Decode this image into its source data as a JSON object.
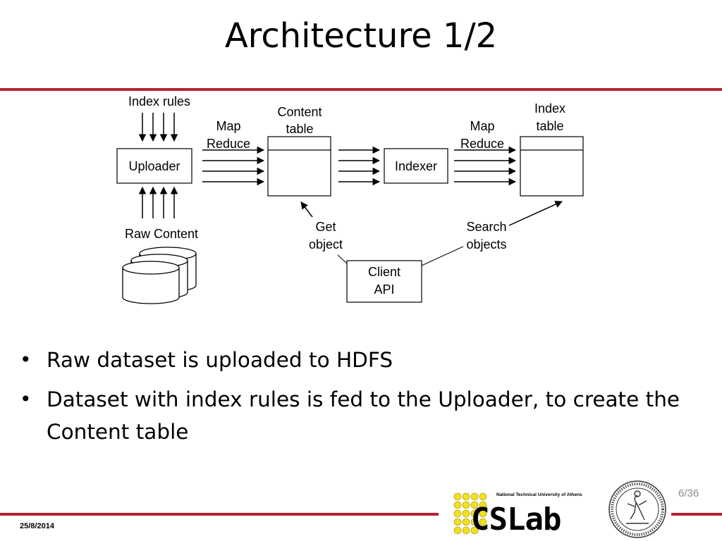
{
  "slide": {
    "title": "Architecture 1/2",
    "date": "25/8/2014",
    "page_number": "6/36",
    "accent_color": "#b22234"
  },
  "diagram": {
    "index_rules_label": "Index rules",
    "raw_content_label": "Raw Content",
    "uploader_label": "Uploader",
    "map_reduce_left": [
      "Map",
      "Reduce"
    ],
    "content_table_label": [
      "Content",
      "table"
    ],
    "indexer_label": "Indexer",
    "map_reduce_right": [
      "Map",
      "Reduce"
    ],
    "index_table_label": [
      "Index",
      "table"
    ],
    "get_object_label": [
      "Get",
      "object"
    ],
    "search_objects_label": [
      "Search",
      "objects"
    ],
    "client_api_label": [
      "Client",
      "API"
    ]
  },
  "bullets": [
    "Raw dataset is uploaded to HDFS",
    "Dataset with index rules is fed to the Uploader, to create the Content table"
  ],
  "footer": {
    "university": "National Technical University of Athens",
    "lab": "CSLab",
    "dot_color": "#f2e01e"
  }
}
